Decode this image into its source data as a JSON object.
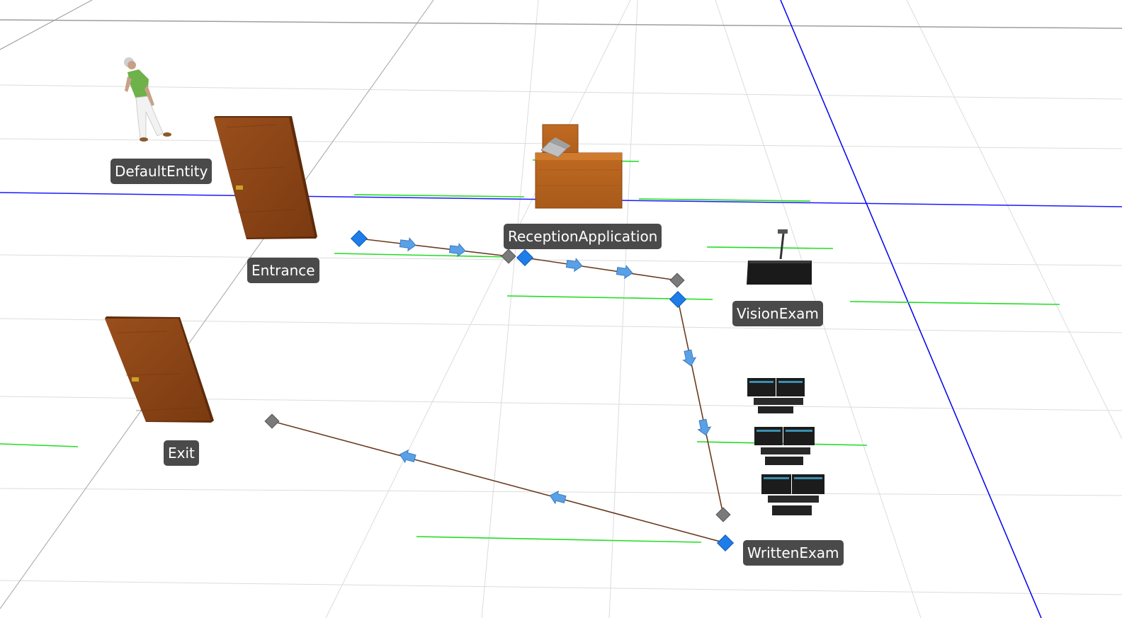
{
  "scene": {
    "entities": [
      {
        "id": "default_entity",
        "label": "DefaultEntity",
        "model": "person-icon"
      },
      {
        "id": "entrance",
        "label": "Entrance",
        "model": "door-icon"
      },
      {
        "id": "reception",
        "label": "ReceptionApplication",
        "model": "desk-icon"
      },
      {
        "id": "vision_exam",
        "label": "VisionExam",
        "model": "monitor-icon"
      },
      {
        "id": "written_exam",
        "label": "WrittenExam",
        "model": "computer-desks-icon"
      },
      {
        "id": "exit",
        "label": "Exit",
        "model": "door-icon"
      }
    ],
    "colors": {
      "grid_line": "#d9d9d9",
      "axis_x": "#1a1aff",
      "axis_y": "#0000ee",
      "queue_line": "#22dd22",
      "path_line": "#6b3a1e",
      "path_arrow": "#5aa0e6",
      "node_start": "#1e7de8",
      "node_end": "#7a7a7a",
      "door_wood": "#8b4513",
      "label_bg": "#4a4a4a"
    }
  }
}
